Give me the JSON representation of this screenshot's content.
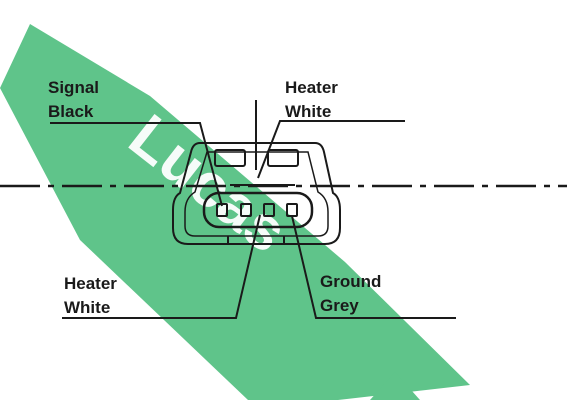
{
  "watermark": {
    "text": "Lucas",
    "band_color": "#5fc48a",
    "text_color": "#ffffff"
  },
  "labels": {
    "top_left": {
      "line1": "Signal",
      "line2": "Black"
    },
    "top_right": {
      "line1": "Heater",
      "line2": "White"
    },
    "bottom_left": {
      "line1": "Heater",
      "line2": "White"
    },
    "bottom_right": {
      "line1": "Ground",
      "line2": "Grey"
    }
  },
  "colors": {
    "line": "#1a1a1a",
    "text": "#1a1a1a",
    "background": "#ffffff"
  }
}
